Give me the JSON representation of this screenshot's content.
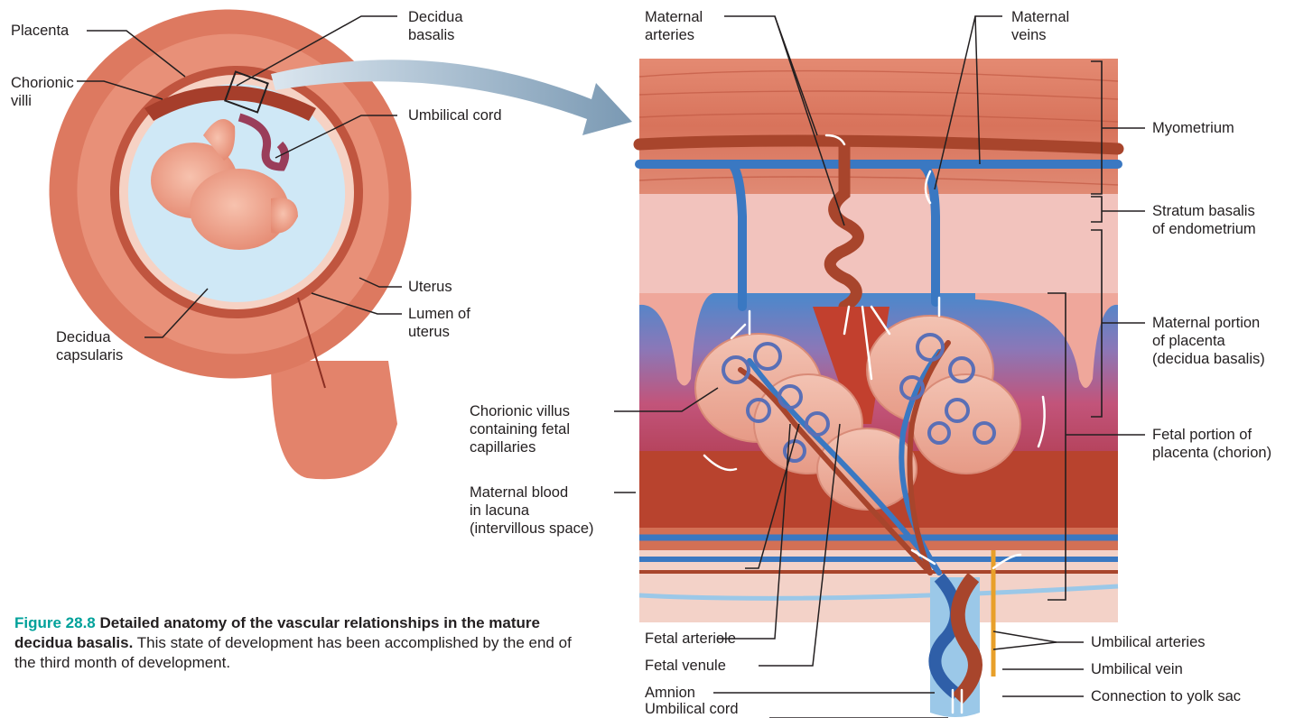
{
  "labels": {
    "placenta": "Placenta",
    "chorionic_villi": [
      "Chorionic",
      "villi"
    ],
    "decidua_basalis": [
      "Decidua",
      "basalis"
    ],
    "umbilical_cord_top": "Umbilical cord",
    "uterus": "Uterus",
    "lumen_of_uterus": [
      "Lumen of",
      "uterus"
    ],
    "decidua_capsularis": [
      "Decidua",
      "capsularis"
    ],
    "maternal_arteries": [
      "Maternal",
      "arteries"
    ],
    "maternal_veins": [
      "Maternal",
      "veins"
    ],
    "myometrium": "Myometrium",
    "stratum_basalis": [
      "Stratum basalis",
      "of endometrium"
    ],
    "maternal_portion": [
      "Maternal portion",
      "of placenta",
      "(decidua basalis)"
    ],
    "fetal_portion": [
      "Fetal portion of",
      "placenta (chorion)"
    ],
    "chorionic_villus": [
      "Chorionic villus",
      "containing fetal",
      "capillaries"
    ],
    "maternal_blood": [
      "Maternal blood",
      "in lacuna",
      "(intervillous space)"
    ],
    "fetal_arteriole": "Fetal arteriole",
    "fetal_venule": "Fetal venule",
    "amnion": "Amnion",
    "umbilical_cord_bottom": "Umbilical cord",
    "umbilical_arteries": "Umbilical arteries",
    "umbilical_vein": "Umbilical vein",
    "connection_to_yolk_sac": "Connection to yolk sac"
  },
  "caption": {
    "number": "Figure 28.8",
    "title": "Detailed anatomy of the vascular relationships in the mature decidua basalis.",
    "text": "This state of development has been accomplished by the end of the third month of development."
  },
  "colors": {
    "muscle": "#dc7b63",
    "muscle_light": "#ef9c85",
    "endometrium": "#f3c6c0",
    "vein": "#3a78c2",
    "artery": "#a8452c",
    "amniotic": "#cfe8f6",
    "fetus": "#f0a08a",
    "caption_accent": "#00a19a"
  }
}
